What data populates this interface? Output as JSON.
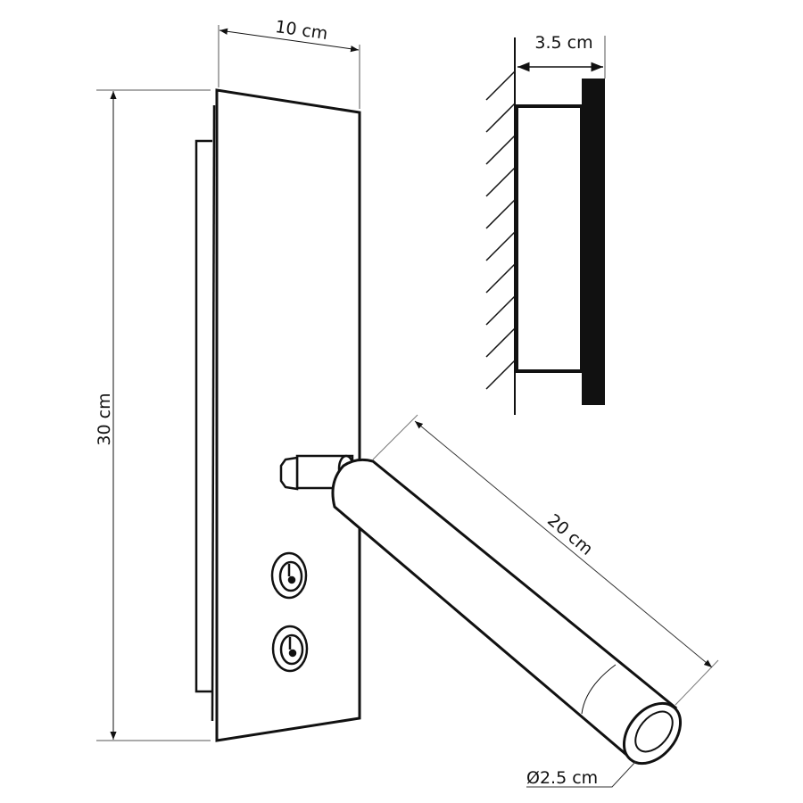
{
  "dimensions": {
    "width_label": "10 cm",
    "height_label": "30 cm",
    "depth_label": "3.5 cm",
    "arm_length_label": "20 cm",
    "diameter_label": "Ø2.5 cm"
  },
  "colors": {
    "line": "#111111",
    "dim_line": "#666666",
    "background": "#ffffff"
  }
}
